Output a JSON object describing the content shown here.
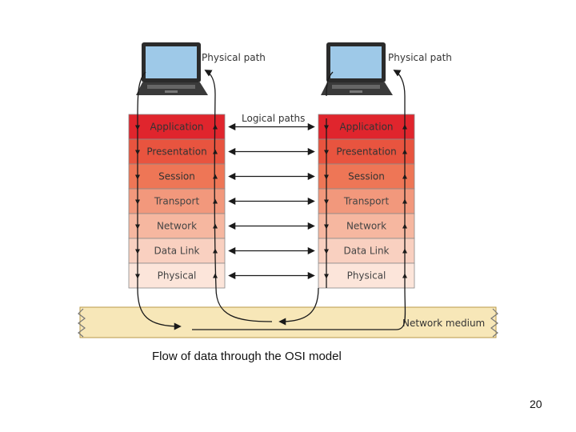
{
  "diagram": {
    "layers": [
      "Application",
      "Presentation",
      "Session",
      "Transport",
      "Network",
      "Data Link",
      "Physical"
    ],
    "layer_colors": [
      "#e0252d",
      "#e8543f",
      "#ee7656",
      "#f2987c",
      "#f6b7a0",
      "#f9d0c0",
      "#fce5da"
    ],
    "physical_path_label": "Physical path",
    "logical_paths_label": "Logical paths",
    "network_medium_label": "Network medium",
    "medium_color": "#f7e7b8",
    "left_computer_icon": "laptop-icon",
    "right_computer_icon": "laptop-icon"
  },
  "caption": "Flow of data through the OSI model",
  "page_number": "20"
}
